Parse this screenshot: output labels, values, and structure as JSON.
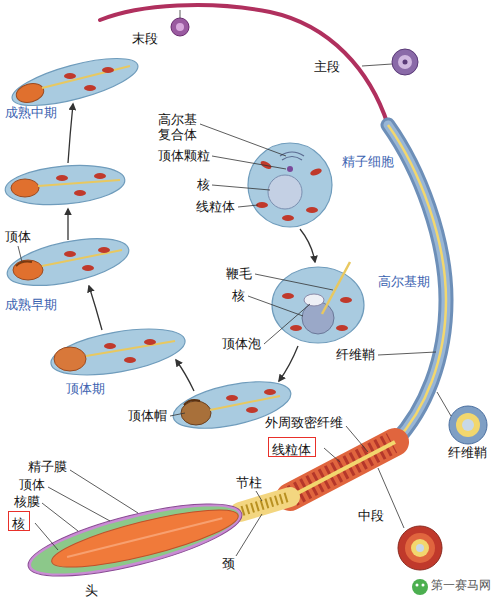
{
  "diagram": {
    "nodes": [
      {
        "text": [
          "线粒体"
        ]
      },
      {
        "text": [
          "核"
        ]
      }
    ],
    "labels": [
      "末段",
      "主段",
      "高尔基 复合体",
      "成熟中期",
      "顶体颗粒",
      "精子细胞",
      "核",
      "线粒体",
      "鞭毛",
      "核",
      "高尔基期",
      "顶体",
      "顶体泡",
      "成熟早期",
      "纤维鞘",
      "顶体期",
      "纤维鞘",
      "顶体帽",
      "外周致密纤维",
      "精子膜",
      "节柱",
      "顶体",
      "核膜",
      "中段",
      "颈",
      "头",
      "第一赛马网"
    ]
  }
}
